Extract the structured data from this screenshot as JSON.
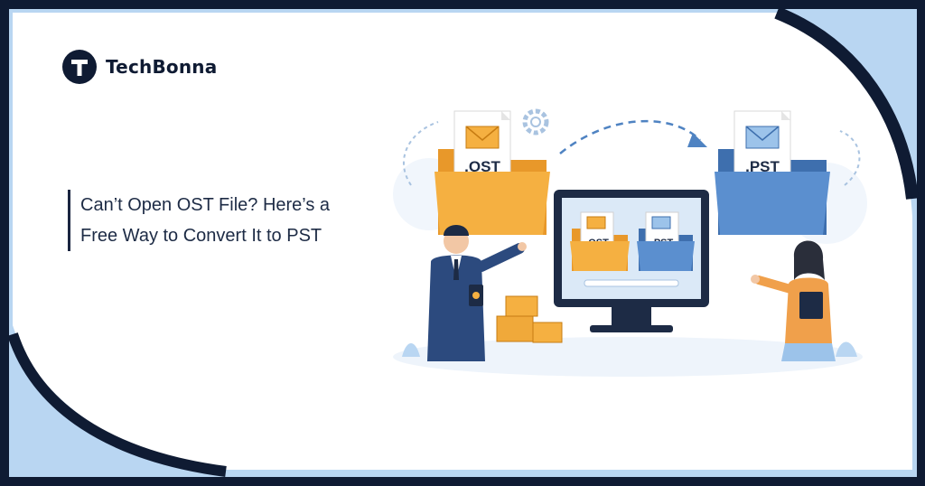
{
  "brand": {
    "name": "TechBonna",
    "logo_letter": "T"
  },
  "headline": {
    "line1": "Can’t Open OST File? Here’s a",
    "line2": "Free Way to Convert It to PST"
  },
  "illustration": {
    "source_folder_label": ".OST",
    "target_folder_label": ".PST",
    "monitor_source_label": ".OST",
    "monitor_target_label": ".PST"
  },
  "colors": {
    "navy": "#0f1b33",
    "accent_blue": "#b9d6f2",
    "ost_orange": "#f5b041",
    "pst_blue": "#4f83c2",
    "text": "#1d2b45"
  },
  "icons": [
    "envelope-icon",
    "gear-icon",
    "arrow-icon",
    "folder-icon",
    "monitor-icon"
  ]
}
